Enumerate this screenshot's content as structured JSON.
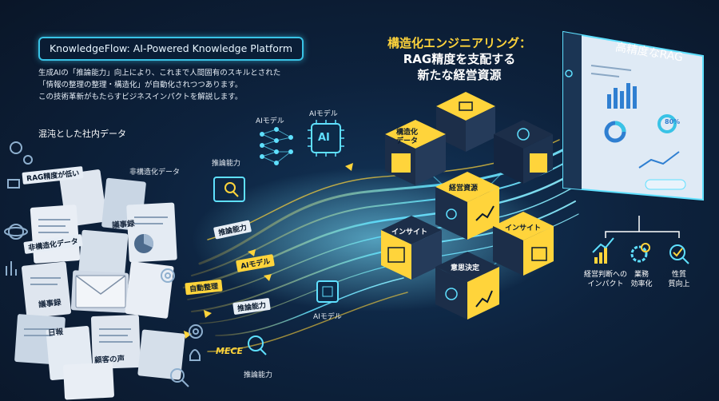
{
  "header": {
    "title": "KnowledgeFlow: AI-Powered Knowledge Platform",
    "intro_lines": [
      "生成AIの「推論能力」向上により、これまで人間固有のスキルとされた",
      "「情報の整理の整理・構造化」が自動化されつつあります。",
      "この技術革新がもたらすビジネスインパクトを解説します。"
    ]
  },
  "left": {
    "section_label": "混沌とした社内データ",
    "papers": [
      "RAG精度が低い",
      "非構造化データ",
      "議事録",
      "議事録",
      "日報",
      "顧客の声"
    ]
  },
  "flow": {
    "labels": [
      "AIモデル",
      "AIモデル",
      "推論能力",
      "非構造化データ",
      "推論能力",
      "AIモデル",
      "自動整理",
      "推論能力",
      "MECE",
      "AIモデル",
      "推論能力"
    ],
    "chip_ai": "AI"
  },
  "center": {
    "heading_line1": "構造化エンジニアリング：",
    "heading_line2": "RAG精度を支配する",
    "heading_line3": "新たな経営資源",
    "cubes": [
      "構造化\nデータ",
      "経営資源",
      "インサイト",
      "インサイト",
      "意思決定"
    ]
  },
  "right": {
    "screen_title": "高精度なRAG",
    "screen_stat": "80%",
    "outcomes": [
      {
        "line1": "経営判断への",
        "line2": "インパクト"
      },
      {
        "line1": "業務",
        "line2": "効率化"
      },
      {
        "line1": "性質",
        "line2": "質向上"
      }
    ]
  },
  "colors": {
    "accent_cyan": "#39c3e6",
    "accent_yellow": "#ffd43b",
    "background": "#0b1a30"
  }
}
